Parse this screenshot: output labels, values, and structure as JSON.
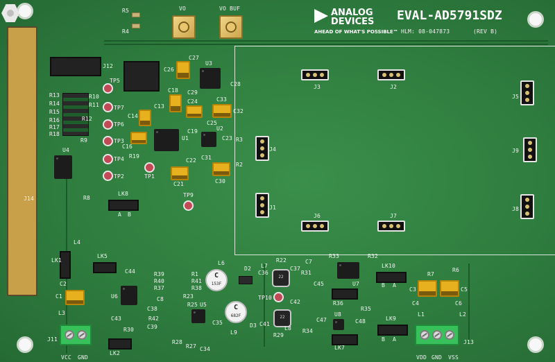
{
  "board": {
    "title": "EVAL-AD5791SDZ",
    "hlm": "HLM: 08-047873",
    "rev": "(REV B)",
    "brand_line1": "ANALOG",
    "brand_line2": "DEVICES",
    "tagline": "AHEAD OF WHAT'S POSSIBLE™"
  },
  "connectors": {
    "vo": "VO",
    "vo_buf": "VO BUF",
    "j11": "J11",
    "j11_vcc": "VCC",
    "j11_gnd": "GND",
    "j13": "J13",
    "j13_vdd": "VDD",
    "j13_gnd": "GND",
    "j13_vss": "VSS",
    "j14": "J14",
    "j12": "J12"
  },
  "headers": {
    "j1": "J1",
    "j2": "J2",
    "j3": "J3",
    "j4": "J4",
    "j5": "J5",
    "j6": "J6",
    "j7": "J7",
    "j8": "J8",
    "j9": "J9"
  },
  "links": {
    "lk1": "LK1",
    "lk2": "LK2",
    "lk5": "LK5",
    "lk7": "LK7",
    "lk8": "LK8",
    "lk9": "LK9",
    "lk10": "LK10",
    "a": "A",
    "b": "B"
  },
  "testpoints": {
    "tp1": "TP1",
    "tp2": "TP2",
    "tp3": "TP3",
    "tp4": "TP4",
    "tp5": "TP5",
    "tp6": "TP6",
    "tp7": "TP7",
    "tp9": "TP9",
    "tp10": "TP10"
  },
  "ics": {
    "u1": "U1",
    "u2": "U2",
    "u3": "U3",
    "u4": "U4",
    "u5": "U5",
    "u6": "U6",
    "u7": "U7",
    "u8": "U8"
  },
  "inductors": {
    "l6": "L6",
    "l6_val": "153F",
    "l9": "L9",
    "l9_val": "682F",
    "l1": "L1",
    "l2": "L2",
    "l3": "L3",
    "l4": "L4",
    "l7": "L7",
    "l8": "L8"
  },
  "caps": {
    "c1": "C1",
    "c2": "C2",
    "c3": "C3",
    "c4": "C4",
    "c5": "C5",
    "c6": "C6",
    "c7": "C7",
    "c8": "C8",
    "c13": "C13",
    "c14": "C14",
    "c16": "C16",
    "c18": "C18",
    "c19": "C19",
    "c21": "C21",
    "c22": "C22",
    "c23": "C23",
    "c24": "C24",
    "c25": "C25",
    "c26": "C26",
    "c27": "C27",
    "c28": "C28",
    "c29": "C29",
    "c30": "C30",
    "c31": "C31",
    "c32": "C32",
    "c33": "C33",
    "c34": "C34",
    "c35": "C35",
    "c36": "C36",
    "c37": "C37",
    "c38": "C38",
    "c39": "C39",
    "c41": "C41",
    "c42": "C42",
    "c43": "C43",
    "c44": "C44",
    "c45": "C45",
    "c47": "C47",
    "c48": "C48"
  },
  "resistors": {
    "r1": "R1",
    "r2": "R2",
    "r3": "R3",
    "r4": "R4",
    "r5": "R5",
    "r6": "R6",
    "r7": "R7",
    "r8": "R8",
    "r9": "R9",
    "r10": "R10",
    "r11": "R11",
    "r12": "R12",
    "r13": "R13",
    "r14": "R14",
    "r15": "R15",
    "r16": "R16",
    "r17": "R17",
    "r18": "R18",
    "r19": "R19",
    "r22": "R22",
    "r23": "R23",
    "r25": "R25",
    "r27": "R27",
    "r28": "R28",
    "r29": "R29",
    "r30": "R30",
    "r31": "R31",
    "r32": "R32",
    "r33": "R33",
    "r34": "R34",
    "r35": "R35",
    "r36": "R36",
    "r37": "R37",
    "r38": "R38",
    "r39": "R39",
    "r40": "R40",
    "r41": "R41",
    "r42": "R42"
  },
  "diodes": {
    "d2": "D2",
    "d3": "D3"
  },
  "colors": {
    "pcb": "#2f7d3f",
    "silkscreen": "#f2f2f2",
    "gold": "#d9c27a",
    "terminal": "#38c05a",
    "testpoint": "#c24a57",
    "capacitor": "#e6b01e"
  }
}
